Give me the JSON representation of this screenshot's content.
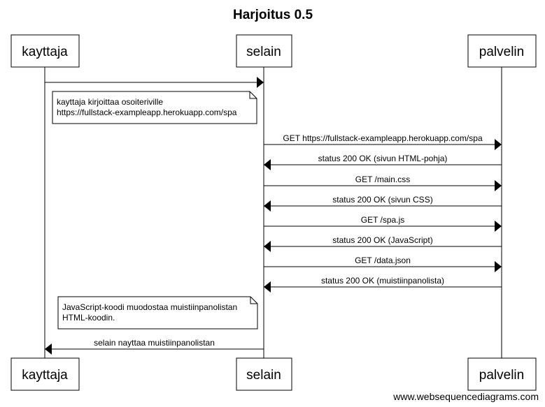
{
  "title": "Harjoitus 0.5",
  "actors": [
    {
      "id": "kayttaja",
      "label": "kayttaja"
    },
    {
      "id": "selain",
      "label": "selain"
    },
    {
      "id": "palvelin",
      "label": "palvelin"
    }
  ],
  "messages": [
    {
      "from": "kayttaja",
      "to": "selain",
      "label": ""
    },
    {
      "from": "selain",
      "to": "palvelin",
      "label": "GET https://fullstack-exampleapp.herokuapp.com/spa"
    },
    {
      "from": "palvelin",
      "to": "selain",
      "label": "status 200 OK (sivun HTML-pohja)"
    },
    {
      "from": "selain",
      "to": "palvelin",
      "label": "GET /main.css"
    },
    {
      "from": "palvelin",
      "to": "selain",
      "label": "status 200 OK (sivun CSS)"
    },
    {
      "from": "selain",
      "to": "palvelin",
      "label": "GET /spa.js"
    },
    {
      "from": "palvelin",
      "to": "selain",
      "label": "status 200 OK (JavaScript)"
    },
    {
      "from": "selain",
      "to": "palvelin",
      "label": "GET /data.json"
    },
    {
      "from": "palvelin",
      "to": "selain",
      "label": "status 200 OK (muistiinpanolista)"
    },
    {
      "from": "selain",
      "to": "kayttaja",
      "label": "selain nayttaa muistiinpanolistan"
    }
  ],
  "notes": [
    {
      "lines": [
        "kayttaja kirjoittaa osoiteriville",
        "https://fullstack-exampleapp.herokuapp.com/spa"
      ]
    },
    {
      "lines": [
        "JavaScript-koodi muodostaa muistiinpanolistan",
        "HTML-koodin."
      ]
    }
  ],
  "watermark": "www.websequencediagrams.com"
}
